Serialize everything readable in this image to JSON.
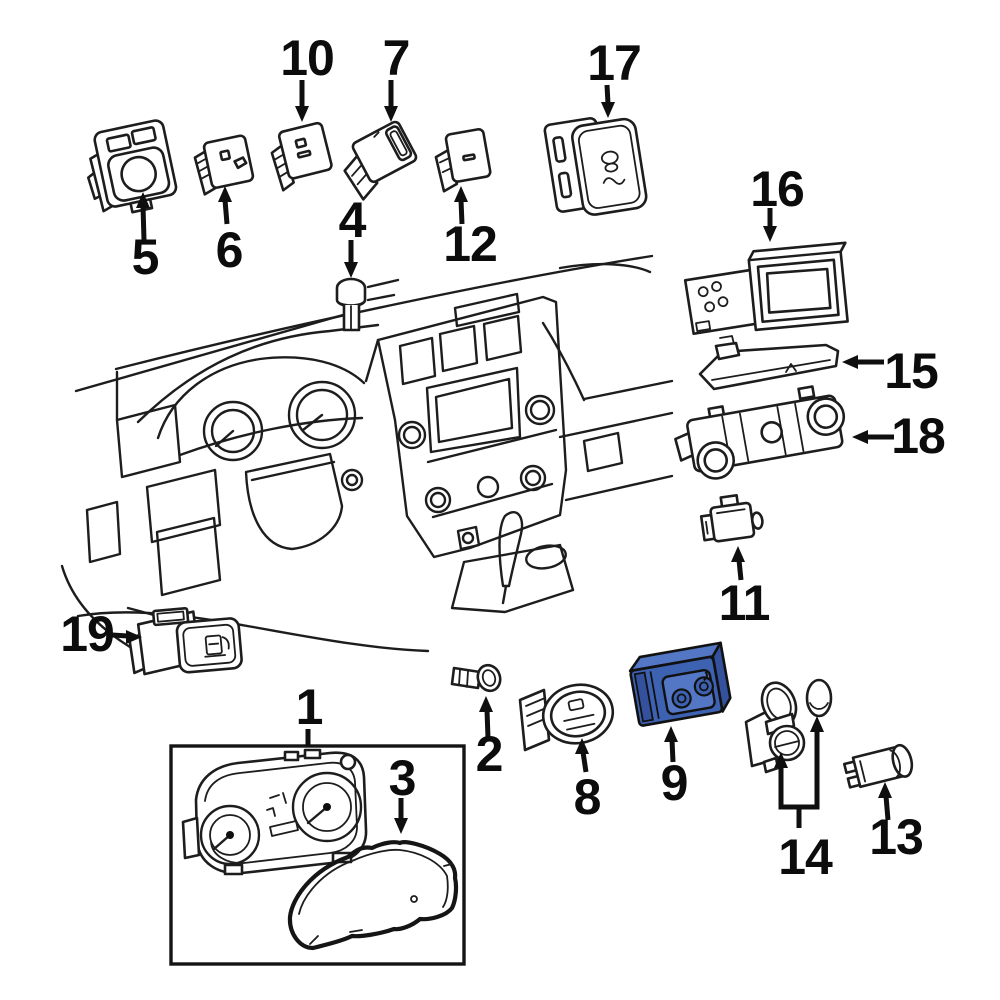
{
  "diagram": {
    "kind": "exploded-parts-diagram",
    "subject": "dashboard-instrument-panel-exploded-view",
    "background": "#ffffff",
    "ink_color": "#1d1d1d",
    "number_color": "#0c0c0c",
    "highlight": {
      "applies_to_callout": "9",
      "fill": "#3e62b2",
      "fill_light": "#5377c5",
      "fill_dark": "#33519c"
    },
    "callouts": {
      "c1": {
        "label": "1"
      },
      "c2": {
        "label": "2"
      },
      "c3": {
        "label": "3"
      },
      "c4": {
        "label": "4"
      },
      "c5": {
        "label": "5"
      },
      "c6": {
        "label": "6"
      },
      "c7": {
        "label": "7"
      },
      "c8": {
        "label": "8"
      },
      "c9": {
        "label": "9",
        "highlighted": true
      },
      "c10": {
        "label": "10"
      },
      "c11": {
        "label": "11"
      },
      "c12": {
        "label": "12"
      },
      "c13": {
        "label": "13"
      },
      "c14": {
        "label": "14"
      },
      "c15": {
        "label": "15"
      },
      "c16": {
        "label": "16"
      },
      "c17": {
        "label": "17"
      },
      "c18": {
        "label": "18"
      },
      "c19": {
        "label": "19"
      }
    }
  }
}
